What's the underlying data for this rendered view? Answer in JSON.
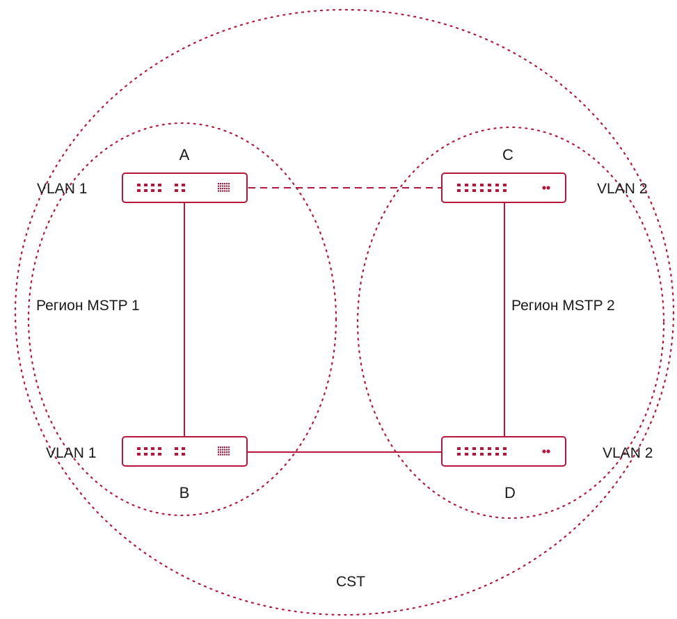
{
  "colors": {
    "accent": "#b5163a",
    "text": "#1a1a1a",
    "background": "#ffffff"
  },
  "diagram": {
    "cst_label": "CST",
    "regions": [
      {
        "id": "region-1",
        "label": "Регион MSTP 1"
      },
      {
        "id": "region-2",
        "label": "Регион MSTP 2"
      }
    ],
    "switches": [
      {
        "id": "A",
        "label": "A",
        "vlan": "VLAN 1",
        "icon": "switch-icon-type-1"
      },
      {
        "id": "B",
        "label": "B",
        "vlan": "VLAN 1",
        "icon": "switch-icon-type-1"
      },
      {
        "id": "C",
        "label": "C",
        "vlan": "VLAN 2",
        "icon": "switch-icon-type-2"
      },
      {
        "id": "D",
        "label": "D",
        "vlan": "VLAN 2",
        "icon": "switch-icon-type-2"
      }
    ],
    "links": [
      {
        "from": "A",
        "to": "B",
        "style": "solid"
      },
      {
        "from": "C",
        "to": "D",
        "style": "solid"
      },
      {
        "from": "B",
        "to": "D",
        "style": "solid"
      },
      {
        "from": "A",
        "to": "C",
        "style": "dashed"
      }
    ]
  }
}
